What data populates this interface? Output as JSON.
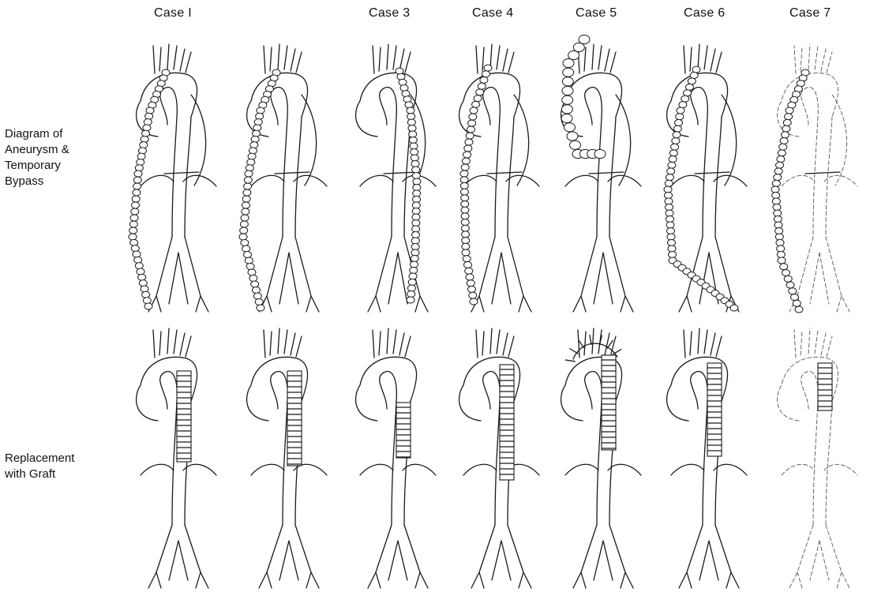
{
  "cases": [
    {
      "label": "Case I"
    },
    {
      "label": ""
    },
    {
      "label": "Case 3"
    },
    {
      "label": "Case 4"
    },
    {
      "label": "Case 5"
    },
    {
      "label": "Case 6"
    },
    {
      "label": "Case 7"
    }
  ],
  "rows": {
    "top": {
      "lines": [
        "Diagram of",
        "Aneurysm &",
        "Temporary",
        "Bypass"
      ]
    },
    "bottom": {
      "lines": [
        "Replacement",
        "with Graft"
      ]
    }
  }
}
